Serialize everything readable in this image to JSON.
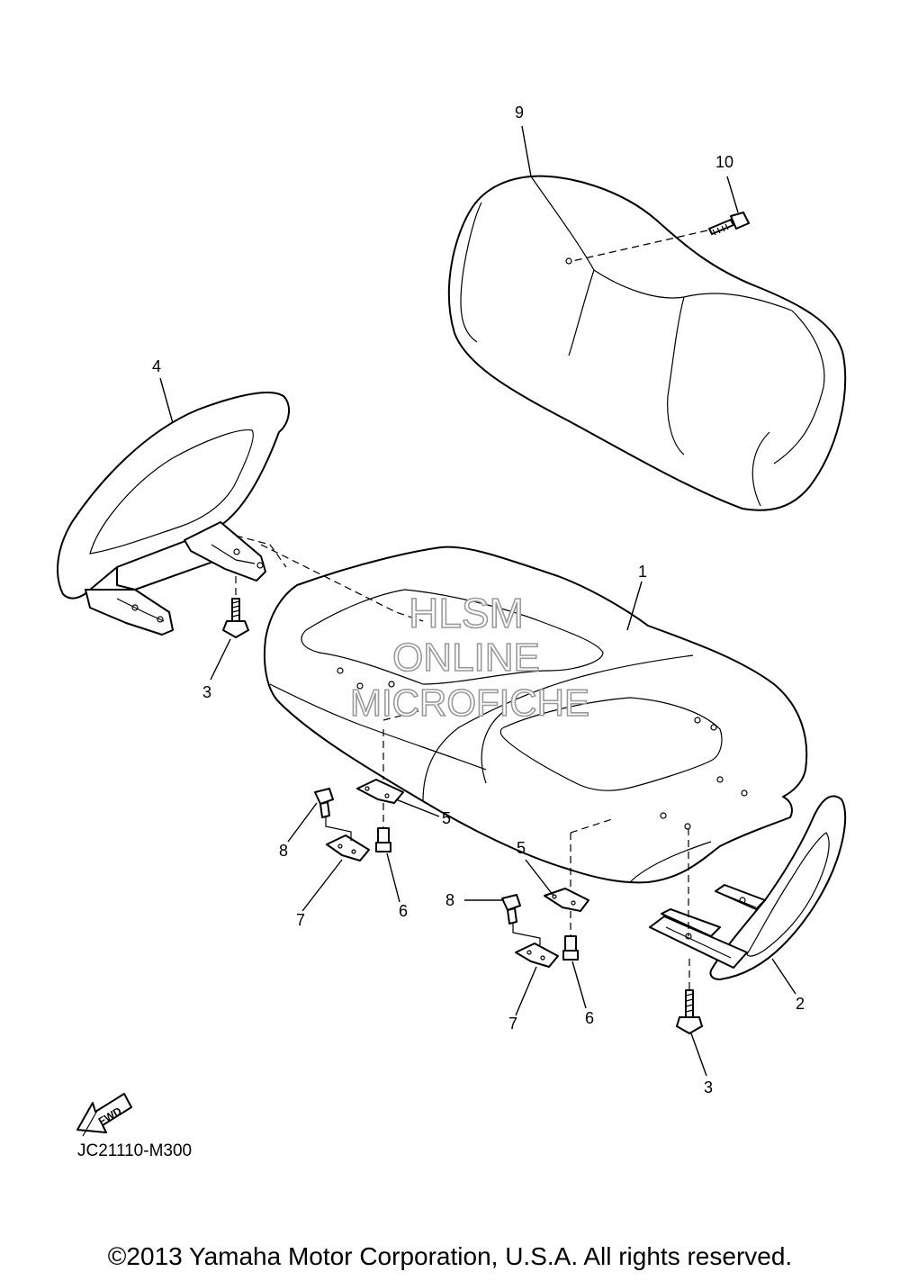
{
  "callouts": {
    "c1": "1",
    "c2": "2",
    "c3a": "3",
    "c3b": "3",
    "c4": "4",
    "c5a": "5",
    "c5b": "5",
    "c6a": "6",
    "c6b": "6",
    "c7a": "7",
    "c7b": "7",
    "c8a": "8",
    "c8b": "8",
    "c9": "9",
    "c10": "10"
  },
  "watermark": {
    "line1": "HLSM",
    "line2": "ONLINE",
    "line3": "MICROFICHE"
  },
  "fwd_label": "FWD",
  "diagram_code": "JC21110-M300",
  "copyright": "©2013 Yamaha Motor Corporation, U.S.A. All rights reserved."
}
